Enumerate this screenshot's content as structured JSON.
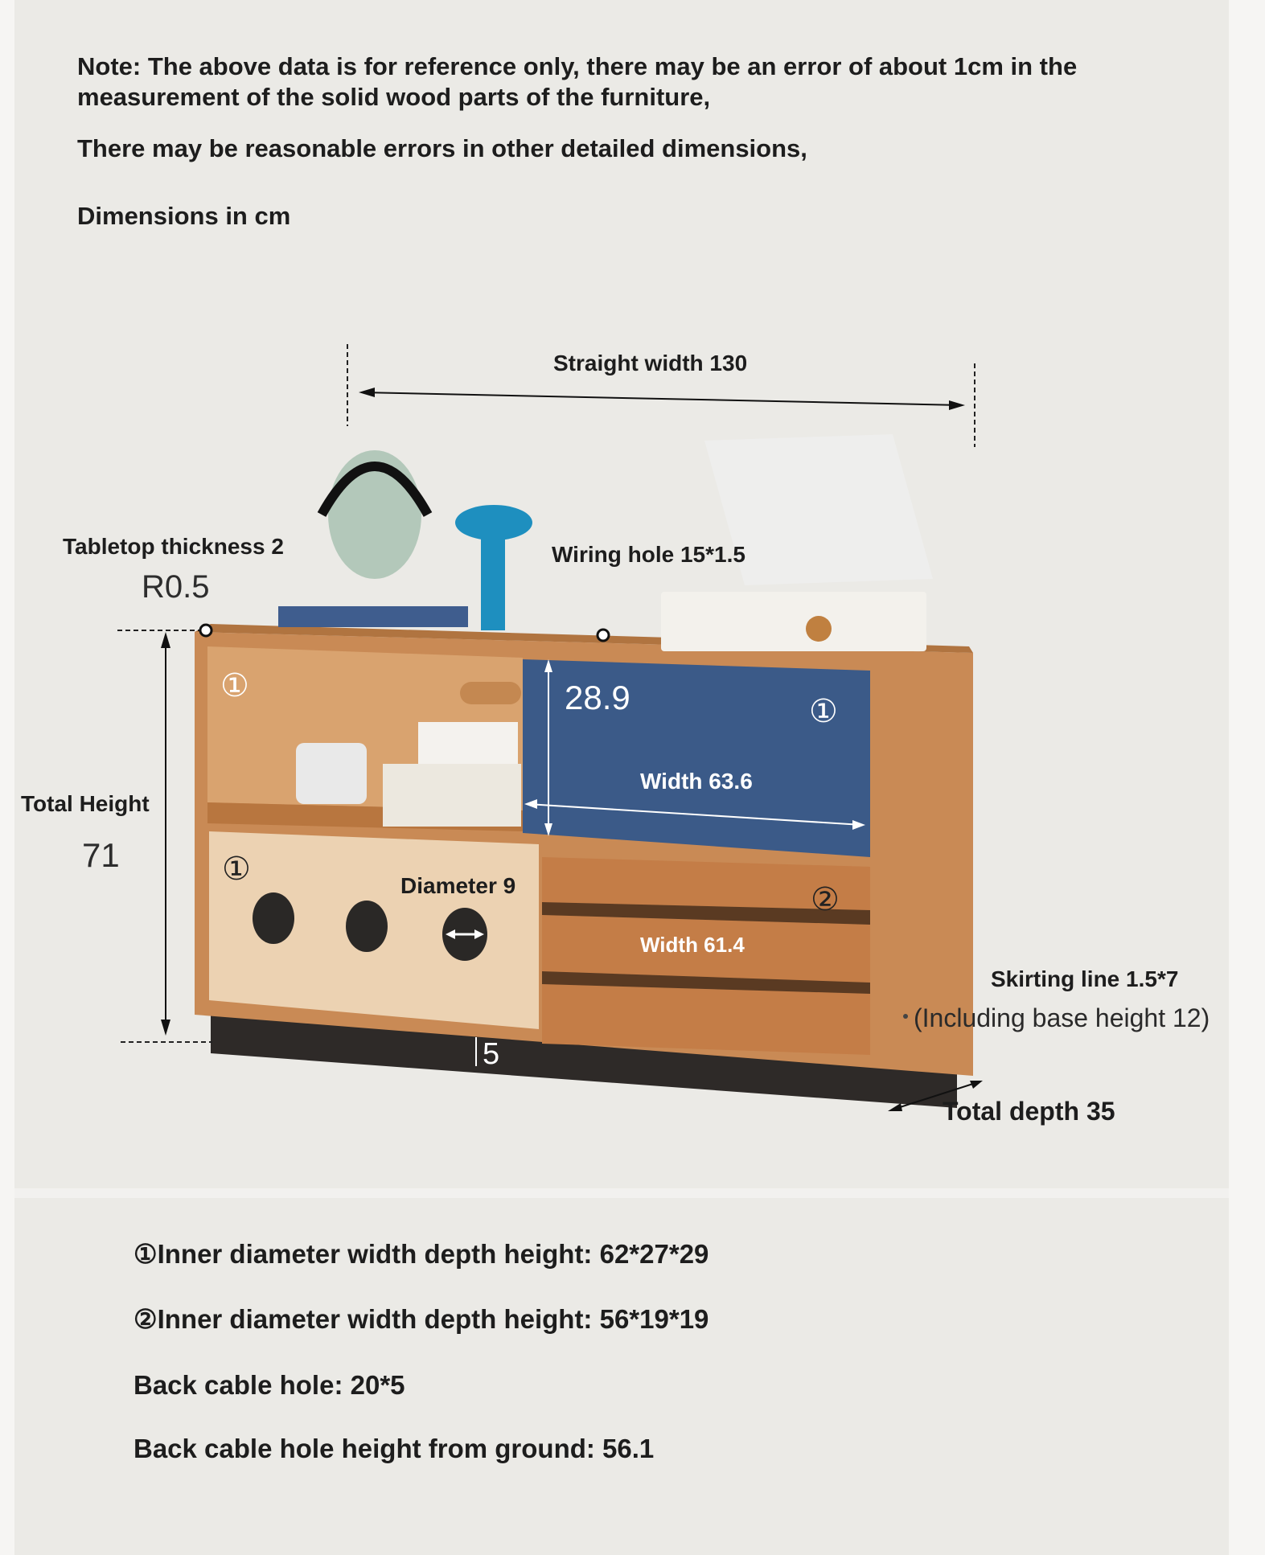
{
  "notes": {
    "line1": "Note: The above data is for reference only, there may be an error of about 1cm in the",
    "line2": "measurement of the solid wood parts of the furniture,",
    "line3": "There may be reasonable errors in other detailed dimensions,",
    "units": "Dimensions in cm"
  },
  "diagram": {
    "straight_width": "Straight width 130",
    "tabletop_thickness": "Tabletop thickness 2",
    "radius": "R0.5",
    "wiring_hole": "Wiring hole 15*1.5",
    "total_height_label": "Total Height",
    "total_height_value": "71",
    "compartment_height": "28.9",
    "width_upper": "Width 63.6",
    "diameter": "Diameter 9",
    "width_lower": "Width 61.4",
    "skirting_line": "Skirting line 1.5*7",
    "base_height": "(Including base height 12)",
    "base_small": "5",
    "total_depth": "Total depth 35",
    "marker_1": "①",
    "marker_2": "②"
  },
  "specs": {
    "spec1": "①Inner diameter width depth height: 62*27*29",
    "spec2": "②Inner diameter width depth height: 56*19*19",
    "spec3": "Back cable hole: 20*5",
    "spec4": "Back cable hole height from ground: 56.1"
  },
  "colors": {
    "background": "#ebeae6",
    "wood": "#c98a55",
    "blue_door": "#3b5a88",
    "cream_door": "#ecd2b2",
    "base": "#2e2a28"
  }
}
